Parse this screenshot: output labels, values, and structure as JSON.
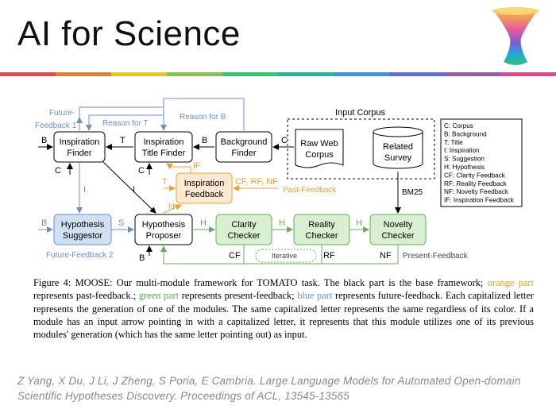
{
  "slide": {
    "title": "AI for Science",
    "rainbow_colors": [
      "#e74c3c",
      "#e67e22",
      "#f1c40f",
      "#8bc34a",
      "#2ecc71",
      "#1abc9c",
      "#3498db",
      "#5b6fd6",
      "#9b59b6",
      "#e84393"
    ]
  },
  "diagram": {
    "modules": {
      "inspiration_finder": [
        "Inspiration",
        "Finder"
      ],
      "inspiration_title_finder": [
        "Inspiration",
        "Title Finder"
      ],
      "background_finder": [
        "Background",
        "Finder"
      ],
      "inspiration_feedback": [
        "Inspiration",
        "Feedback"
      ],
      "hypothesis_suggestor": [
        "Hypothesis",
        "Suggestor"
      ],
      "hypothesis_proposer": [
        "Hypothesis",
        "Proposer"
      ],
      "clarity_checker": [
        "Clarity",
        "Checker"
      ],
      "reality_checker": [
        "Reality",
        "Checker"
      ],
      "novelty_checker": [
        "Novelty",
        "Checker"
      ],
      "raw_web_corpus": [
        "Raw Web",
        "Corpus"
      ],
      "related_survey": [
        "Related",
        "Survey"
      ]
    },
    "labels": {
      "input_corpus": "Input Corpus",
      "future_feedback_1_a": "Future-",
      "future_feedback_1_b": "Feedback 1",
      "reason_for_t": "Reason for T",
      "reason_for_b": "Reason for B",
      "future_feedback_2": "Future-Feedback 2",
      "past_feedback": "Past-Feedback",
      "present_feedback": "Present-Feedback",
      "iterative": "Iterative",
      "bm25": "BM25",
      "cf_rf_nf": "CF, RF, NF",
      "if": "IF",
      "letter_b": "B",
      "letter_t": "T",
      "letter_c": "C",
      "letter_i": "I",
      "letter_s": "S",
      "letter_h": "H",
      "letter_cf": "CF",
      "letter_rf": "RF",
      "letter_nf": "NF"
    },
    "legend": [
      "C: Corpus",
      "B: Background",
      "T: Title",
      "I: Inspiration",
      "S: Suggestion",
      "H: Hypothesis",
      "CF: Clarity Feedback",
      "RF: Reality Feedback",
      "NF: Novelty Feedback",
      "IF: Inspiration Feedback"
    ],
    "colors": {
      "black": "#000000",
      "orange": "#e8a33a",
      "orange_fill": "#fde9d2",
      "green": "#6aaa5a",
      "green_fill": "#d9efd2",
      "blue": "#6b8fc9",
      "blue_fill": "#cfe0f3"
    }
  },
  "caption": {
    "p1": "Figure 4: MOOSE: Our multi-module framework for TOMATO task. The black part is the base framework; ",
    "orange": "orange part",
    "p2": " represents past-feedback.; ",
    "green": "green part",
    "p3": " represents present-feedback; ",
    "blue": "blue part",
    "p4": " represents future-feedback. Each capitalized letter represents the generation of one of the modules. The same capitalized letter represents the same regardless of its color. If a module has an input arrow pointing in with a capitalized letter, it represents that this module utilizes one of its previous modules' generation (which has the same letter pointing out) as input."
  },
  "citation": {
    "line1": "Z Yang, X Du, J Li, J Zheng, S Poria, E Cambria. Large Language Models for Automated Open-domain",
    "line2": "Scientific Hypotheses Discovery. Proceedings of ACL, 13545-13565"
  }
}
